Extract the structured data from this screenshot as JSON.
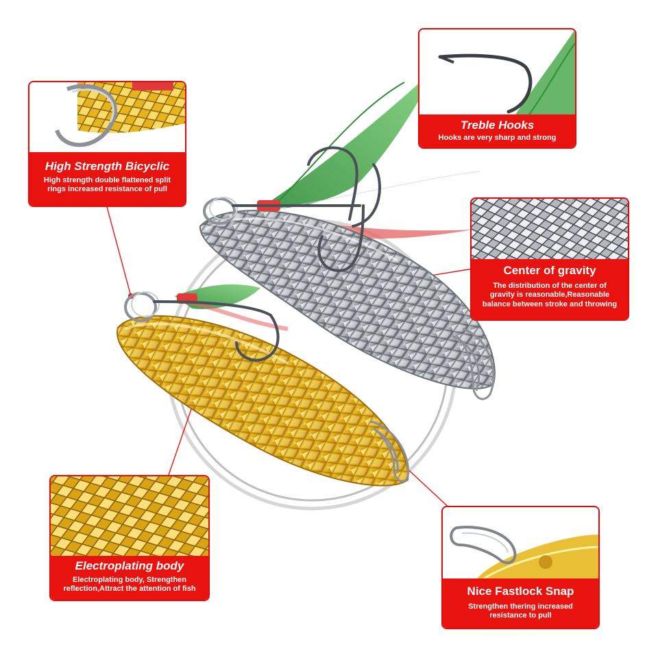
{
  "callouts": {
    "bicyclic": {
      "title": "High Strength Bicyclic",
      "desc_line1": "High strength double flattened split",
      "desc_line2": "rings increased resistance of pull"
    },
    "treble": {
      "title": "Treble Hooks",
      "desc_line1": "Hooks are very sharp and strong"
    },
    "gravity": {
      "title": "Center of gravity",
      "desc_line1": "The distribution of the center of",
      "desc_line2": "gravity is reasonable,Reasonable",
      "desc_line3": "balance between stroke and throwing"
    },
    "body": {
      "title": "Electroplating body",
      "desc_line1": "Electroplating body, Strengthen",
      "desc_line2": "reflection,Attract the attention of fish"
    },
    "snap": {
      "title": "Nice Fastlock Snap",
      "desc_line1": "Strengthen thering increased",
      "desc_line2": "resistance to pull"
    }
  },
  "colors": {
    "accent_red": "#e8120f",
    "gold": "#e0b21c",
    "silver": "#b9bcc2",
    "feather_green": "#3fae49",
    "feather_red": "#d94545"
  },
  "icons": [
    "hook-icon",
    "split-ring-icon",
    "snap-icon",
    "feather-icon"
  ]
}
